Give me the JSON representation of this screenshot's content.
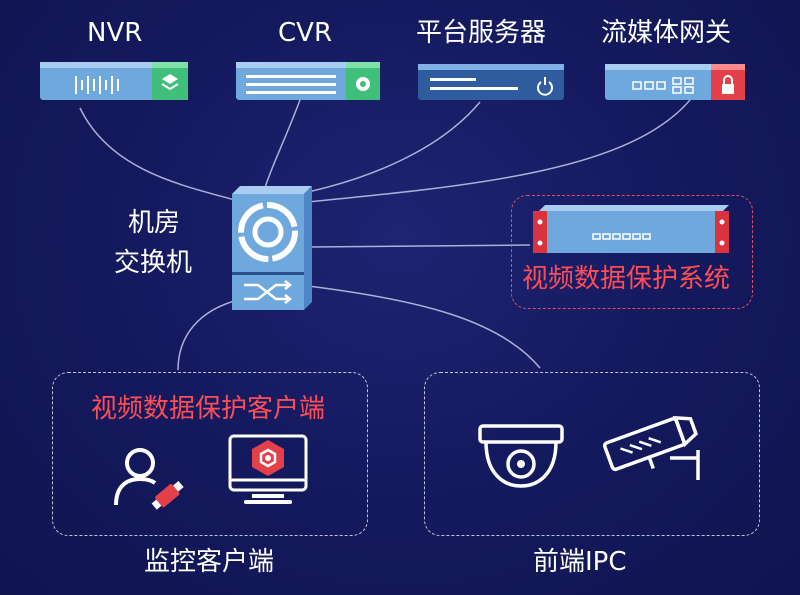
{
  "devices": {
    "nvr": "NVR",
    "cvr": "CVR",
    "platform_server": "平台服务器",
    "media_gateway": "流媒体网关"
  },
  "switch": {
    "line1": "机房",
    "line2": "交换机"
  },
  "protection_system": "视频数据保护系统",
  "client_group": {
    "client_label": "视频数据保护客户端",
    "caption": "监控客户端"
  },
  "ipc_group": {
    "caption": "前端IPC"
  },
  "colors": {
    "background": "#13175a",
    "device_blue": "#6fa8dc",
    "accent_red": "#ff4d55",
    "accent_green": "#3fbf7a"
  }
}
